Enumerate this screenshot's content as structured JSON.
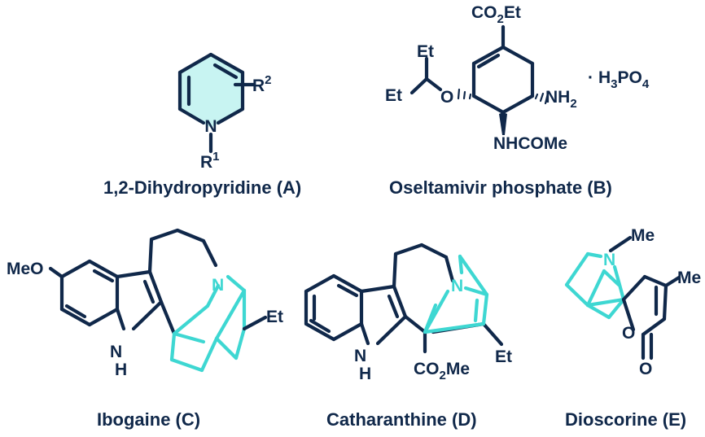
{
  "colors": {
    "ink": "#10284a",
    "highlight": "#3ed7d2",
    "highlight_fill": "#c8f4f2"
  },
  "compounds": [
    {
      "id": "A",
      "caption": "1,2-Dihydropyridine (A)",
      "atoms": {
        "n": "N",
        "r1": "R",
        "r1_sup": "1",
        "r2": "R",
        "r2_sup": "2"
      }
    },
    {
      "id": "B",
      "caption": "Oseltamivir phosphate (B)",
      "atoms": {
        "ester_a": "CO",
        "ester_sub": "2",
        "ester_b": "Et",
        "et_top": "Et",
        "et_left": "Et",
        "o": "O",
        "nh2_a": "NH",
        "nh2_sub": "2",
        "amide": "NHCOMe",
        "salt_dot": "·",
        "salt_h": "H",
        "salt_h_sub": "3",
        "salt_po": "PO",
        "salt_po_sub": "4"
      }
    },
    {
      "id": "C",
      "caption": "Ibogaine (C)",
      "atoms": {
        "meo": "MeO",
        "n": "N",
        "nh_n": "N",
        "nh_h": "H",
        "et": "Et"
      }
    },
    {
      "id": "D",
      "caption": "Catharanthine (D)",
      "atoms": {
        "n": "N",
        "nh_n": "N",
        "nh_h": "H",
        "et": "Et",
        "ester_a": "CO",
        "ester_sub": "2",
        "ester_b": "Me"
      }
    },
    {
      "id": "E",
      "caption": "Dioscorine (E)",
      "atoms": {
        "n": "N",
        "me_n": "Me",
        "me": "Me",
        "o_ring": "O",
        "o_carbonyl": "O"
      }
    }
  ]
}
